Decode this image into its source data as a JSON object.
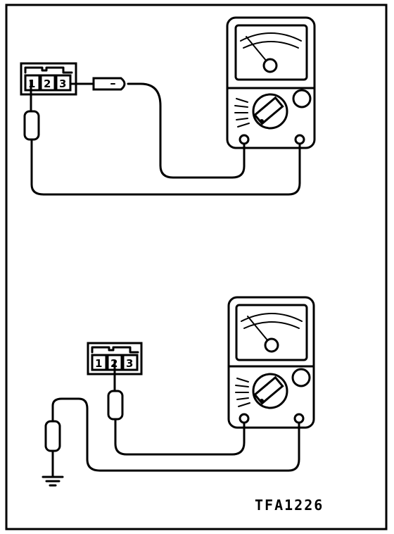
{
  "figure_code": "TFA1226",
  "top_connector": {
    "pins": [
      "1",
      "2",
      "3"
    ]
  },
  "bottom_connector": {
    "pins": [
      "1",
      "2",
      "3"
    ]
  }
}
